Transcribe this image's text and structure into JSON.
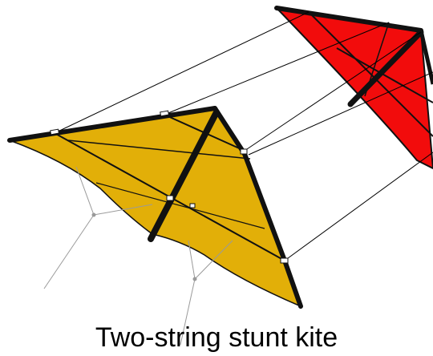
{
  "caption": "Two-string stunt kite",
  "colors": {
    "kite_front_sail": "#E2AF08",
    "kite_back_sail": "#F20C0C",
    "frame": "#111111",
    "bridle": "#9a9a9a",
    "control_lines": "#000000",
    "background": "#ffffff"
  },
  "kites": [
    {
      "name": "front-kite",
      "sail_color": "kite_front_sail"
    },
    {
      "name": "back-kite",
      "sail_color": "kite_back_sail"
    }
  ]
}
